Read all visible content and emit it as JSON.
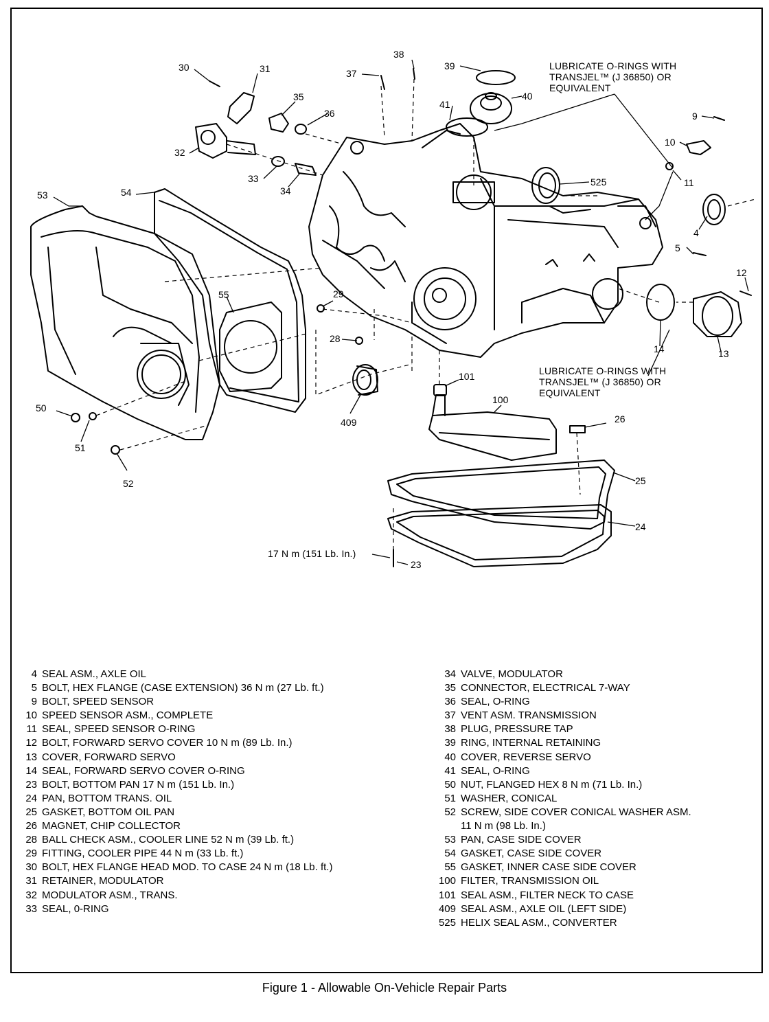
{
  "caption": "Figure 1 - Allowable On-Vehicle Repair Parts",
  "notes": {
    "top": [
      "LUBRICATE O-RINGS WITH",
      "TRANSJEL™ (J 36850) OR",
      "EQUIVALENT"
    ],
    "mid": [
      "LUBRICATE O-RINGS WITH",
      "TRANSJEL™ (J 36850) OR",
      "EQUIVALENT"
    ],
    "torque_23": "17 N m (151 Lb. In.)"
  },
  "callouts": [
    "30",
    "31",
    "38",
    "37",
    "39",
    "40",
    "35",
    "36",
    "41",
    "9",
    "10",
    "11",
    "32",
    "33",
    "34",
    "525",
    "53",
    "54",
    "4",
    "5",
    "12",
    "55",
    "29",
    "28",
    "14",
    "13",
    "101",
    "409",
    "100",
    "26",
    "50",
    "51",
    "52",
    "25",
    "24",
    "23"
  ],
  "legend_left": [
    {
      "num": "4",
      "text": "SEAL ASM., AXLE OIL"
    },
    {
      "num": "5",
      "text": "BOLT, HEX FLANGE (CASE EXTENSION) 36 N m (27 Lb. ft.)"
    },
    {
      "num": "9",
      "text": "BOLT, SPEED SENSOR"
    },
    {
      "num": "10",
      "text": "SPEED SENSOR ASM., COMPLETE"
    },
    {
      "num": "11",
      "text": "SEAL, SPEED SENSOR O-RING"
    },
    {
      "num": "12",
      "text": "BOLT, FORWARD SERVO COVER 10 N m (89 Lb. In.)"
    },
    {
      "num": "13",
      "text": "COVER, FORWARD SERVO"
    },
    {
      "num": "14",
      "text": "SEAL, FORWARD SERVO COVER O-RING"
    },
    {
      "num": "23",
      "text": "BOLT, BOTTOM PAN 17 N m (151 Lb. In.)"
    },
    {
      "num": "24",
      "text": "PAN, BOTTOM TRANS. OIL"
    },
    {
      "num": "25",
      "text": "GASKET, BOTTOM OIL PAN"
    },
    {
      "num": "26",
      "text": "MAGNET, CHIP COLLECTOR"
    },
    {
      "num": "28",
      "text": "BALL CHECK ASM., COOLER LINE 52 N m (39 Lb. ft.)"
    },
    {
      "num": "29",
      "text": "FITTING, COOLER PIPE 44 N m (33 Lb. ft.)"
    },
    {
      "num": "30",
      "text": "BOLT, HEX FLANGE HEAD MOD. TO CASE 24 N m (18 Lb. ft.)"
    },
    {
      "num": "31",
      "text": "RETAINER, MODULATOR"
    },
    {
      "num": "32",
      "text": "MODULATOR ASM., TRANS."
    },
    {
      "num": "33",
      "text": "SEAL, 0-RING"
    }
  ],
  "legend_right": [
    {
      "num": "34",
      "text": "VALVE, MODULATOR"
    },
    {
      "num": "35",
      "text": "CONNECTOR, ELECTRICAL 7-WAY"
    },
    {
      "num": "36",
      "text": "SEAL, O-RING"
    },
    {
      "num": "37",
      "text": "VENT ASM. TRANSMISSION"
    },
    {
      "num": "38",
      "text": "PLUG, PRESSURE TAP"
    },
    {
      "num": "39",
      "text": "RING, INTERNAL RETAINING"
    },
    {
      "num": "40",
      "text": "COVER, REVERSE SERVO"
    },
    {
      "num": "41",
      "text": "SEAL, O-RING"
    },
    {
      "num": "50",
      "text": "NUT, FLANGED HEX 8 N m (71 Lb. In.)"
    },
    {
      "num": "51",
      "text": "WASHER, CONICAL"
    },
    {
      "num": "52",
      "text": "SCREW, SIDE COVER CONICAL WASHER ASM."
    },
    {
      "num": "",
      "text": "11 N m (98 Lb. In.)"
    },
    {
      "num": "53",
      "text": "PAN, CASE SIDE COVER"
    },
    {
      "num": "54",
      "text": "GASKET, CASE SIDE COVER"
    },
    {
      "num": "55",
      "text": "GASKET, INNER CASE SIDE COVER"
    },
    {
      "num": "100",
      "text": "FILTER, TRANSMISSION OIL"
    },
    {
      "num": "101",
      "text": "SEAL ASM., FILTER NECK TO CASE"
    },
    {
      "num": "409",
      "text": "SEAL ASM., AXLE OIL (LEFT SIDE)"
    },
    {
      "num": "525",
      "text": "HELIX SEAL ASM., CONVERTER"
    }
  ]
}
